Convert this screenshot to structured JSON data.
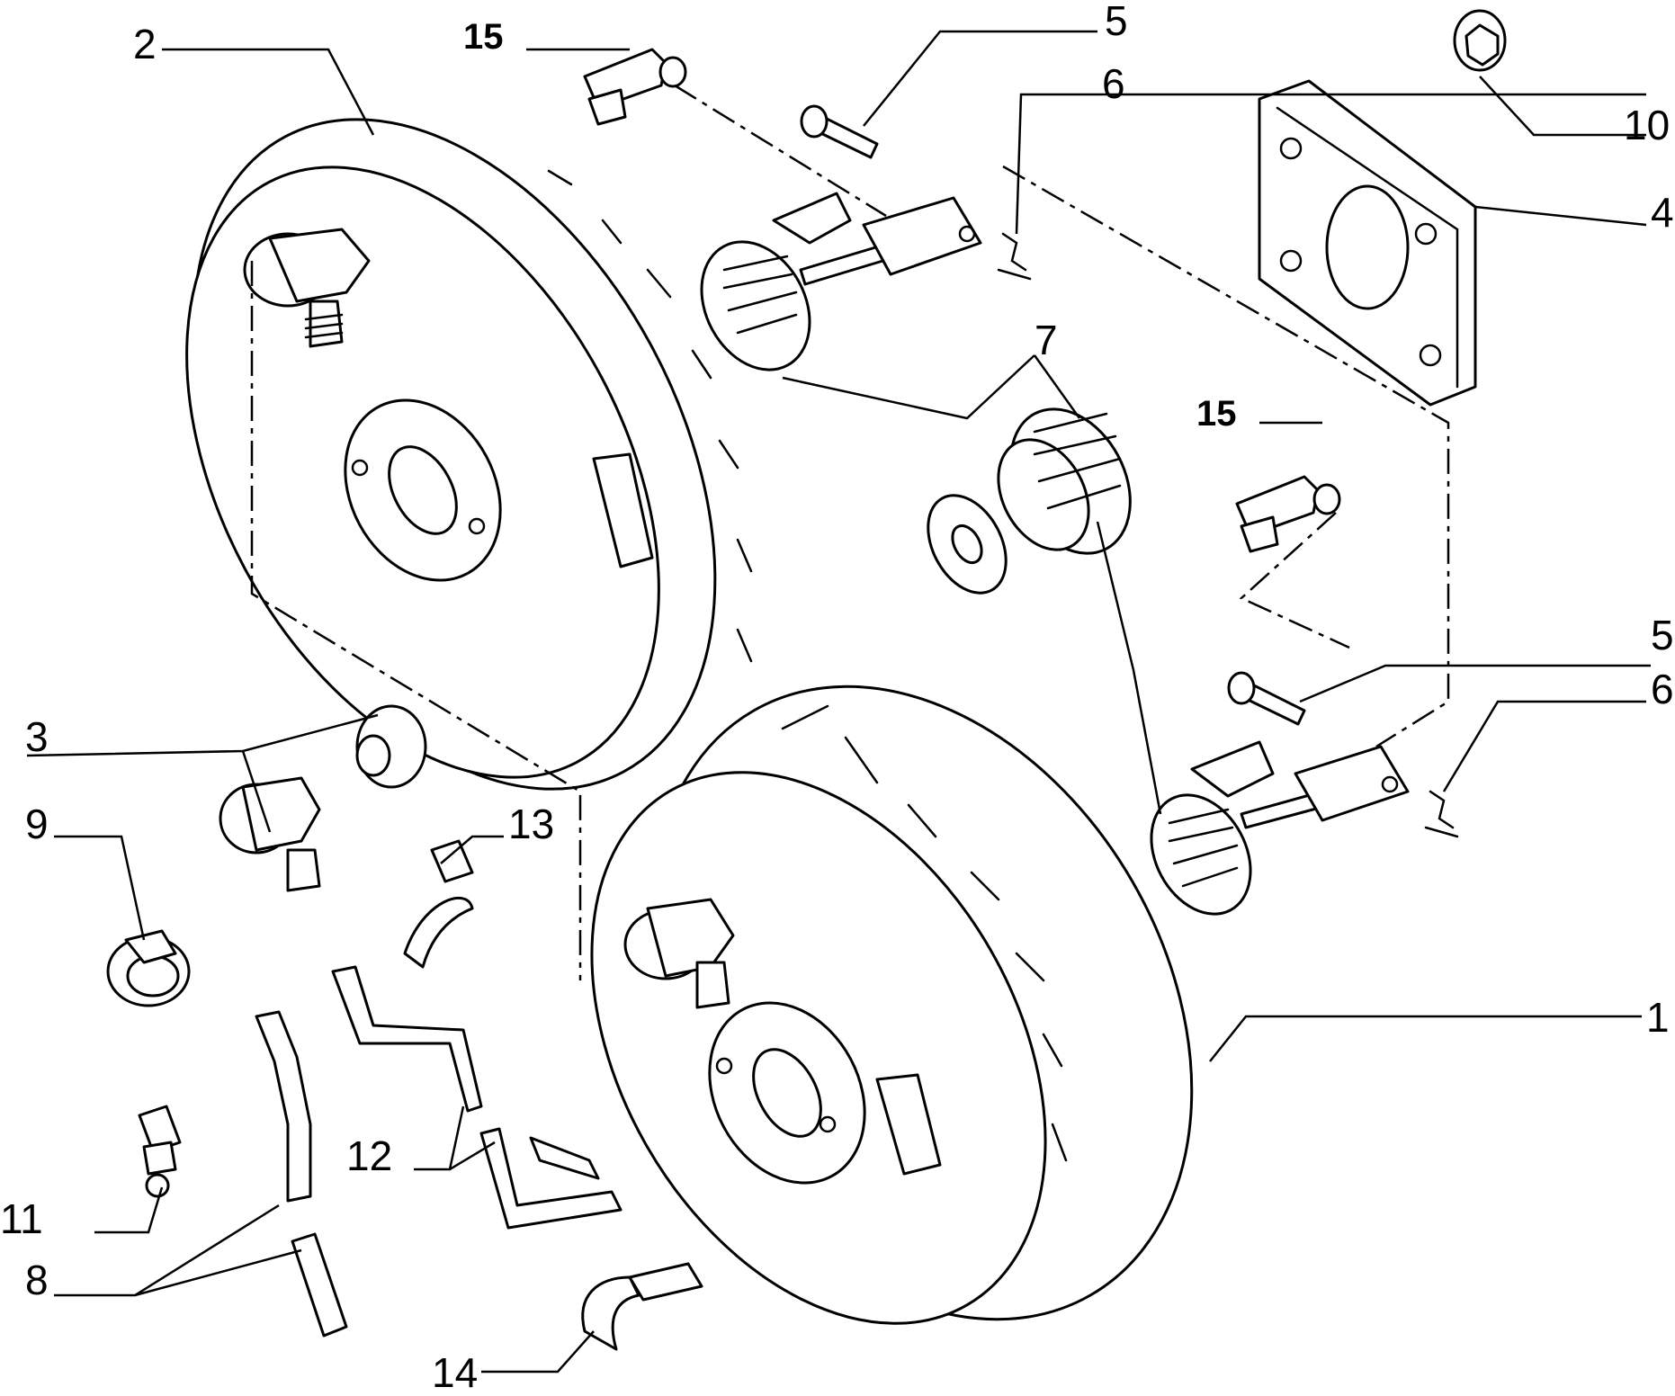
{
  "callouts": [
    {
      "id": "1",
      "label": "1"
    },
    {
      "id": "2",
      "label": "2"
    },
    {
      "id": "3",
      "label": "3"
    },
    {
      "id": "4",
      "label": "4"
    },
    {
      "id": "5a",
      "label": "5"
    },
    {
      "id": "5b",
      "label": "5"
    },
    {
      "id": "6a",
      "label": "6"
    },
    {
      "id": "6b",
      "label": "6"
    },
    {
      "id": "7",
      "label": "7"
    },
    {
      "id": "8",
      "label": "8"
    },
    {
      "id": "9",
      "label": "9"
    },
    {
      "id": "10",
      "label": "10"
    },
    {
      "id": "11",
      "label": "11"
    },
    {
      "id": "12",
      "label": "12"
    },
    {
      "id": "13",
      "label": "13"
    },
    {
      "id": "14",
      "label": "14"
    },
    {
      "id": "15a",
      "label": "15"
    },
    {
      "id": "15b",
      "label": "15"
    }
  ]
}
